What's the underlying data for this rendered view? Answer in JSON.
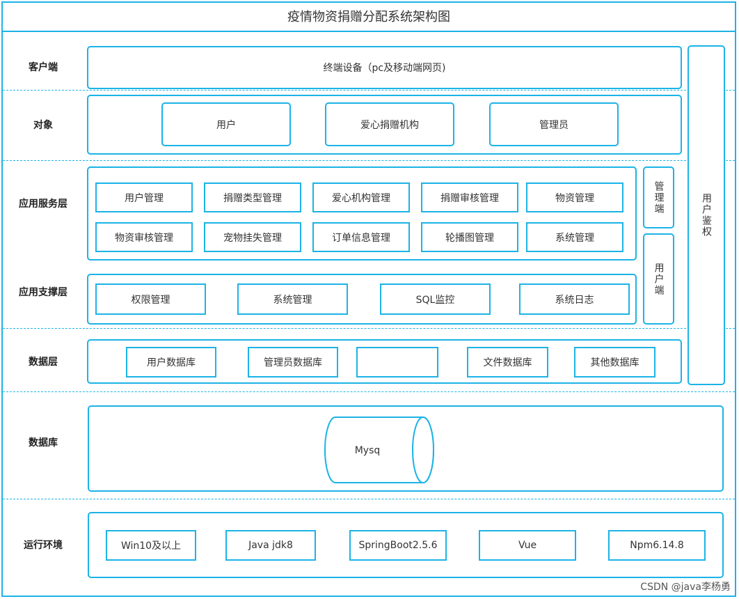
{
  "title": "疫情物资捐赠分配系统架构图",
  "rows": {
    "client": "客户端",
    "object": "对象",
    "app_service": "应用服务层",
    "app_support": "应用支撑层",
    "data_layer": "数据层",
    "database": "数据库",
    "runtime": "运行环境"
  },
  "client_device": "终端设备（pc及移动端网页)",
  "objects": [
    "用户",
    "爱心捐赠机构",
    "管理员"
  ],
  "services_row1": [
    "用户管理",
    "捐赠类型管理",
    "爱心机构管理",
    "捐赠审核管理",
    "物资管理"
  ],
  "services_row2": [
    "物资审核管理",
    "宠物挂失管理",
    "订单信息管理",
    "轮播图管理",
    "系统管理"
  ],
  "admin_side": "管理端",
  "user_side": "用户端",
  "auth": "用户鉴权",
  "support": [
    "权限管理",
    "系统管理",
    "SQL监控",
    "系统日志"
  ],
  "data_dbs": [
    "用户数据库",
    "管理员数据库",
    "",
    "文件数据库",
    "其他数据库"
  ],
  "mysql": "Mysq",
  "runtime_items": [
    "Win10及以上",
    "Java jdk8",
    "SpringBoot2.5.6",
    "Vue",
    "Npm6.14.8"
  ],
  "watermark": "CSDN @java李杨勇",
  "colors": {
    "border": "#1bb3e6"
  }
}
